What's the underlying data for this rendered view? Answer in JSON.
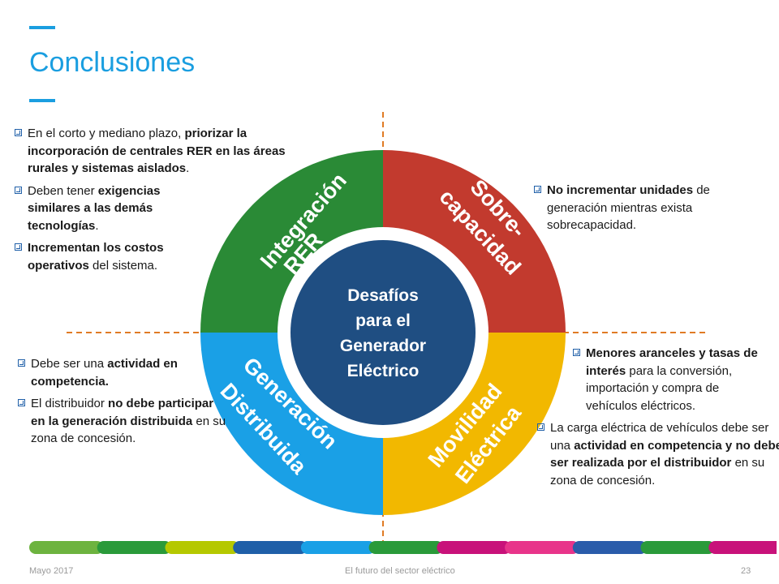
{
  "slide": {
    "title": "Conclusiones",
    "page_number": "23"
  },
  "diagram": {
    "center_text": [
      "Desafíos",
      "para el",
      "Generador",
      "Eléctrico"
    ],
    "segments": [
      {
        "name": "integracion",
        "lines": [
          "Integración",
          "RER"
        ],
        "color": "#2a8a36"
      },
      {
        "name": "sobrecapacidad",
        "lines": [
          "Sobre-",
          "capacidad"
        ],
        "color": "#c23a2e"
      },
      {
        "name": "generacion",
        "lines": [
          "Generación",
          "Distribuida"
        ],
        "color": "#1aa0e6"
      },
      {
        "name": "movilidad",
        "lines": [
          "Movilidad",
          "Eléctrica"
        ],
        "color": "#f2b800"
      }
    ],
    "center_color": "#1f4e82"
  },
  "left_top": [
    {
      "parts": [
        {
          "t": "En el corto y mediano plazo, ",
          "b": false
        },
        {
          "t": "priorizar la incorporación de centrales RER en las áreas rurales y sistemas aislados",
          "b": true
        },
        {
          "t": ".",
          "b": false
        }
      ]
    },
    {
      "parts": [
        {
          "t": "Deben tener ",
          "b": false
        },
        {
          "t": "exigencias similares a las demás tecnologías",
          "b": true
        },
        {
          "t": ".",
          "b": false
        }
      ]
    },
    {
      "parts": [
        {
          "t": "Incrementan los costos operativos",
          "b": true
        },
        {
          "t": " del sistema.",
          "b": false
        }
      ]
    }
  ],
  "right_top": [
    {
      "parts": [
        {
          "t": "No incrementar unidades",
          "b": true
        },
        {
          "t": " de generación mientras exista sobrecapacidad.",
          "b": false
        }
      ]
    }
  ],
  "left_bottom": [
    {
      "parts": [
        {
          "t": "Debe ser una ",
          "b": false
        },
        {
          "t": "actividad en competencia.",
          "b": true
        }
      ]
    },
    {
      "parts": [
        {
          "t": "El distribuidor ",
          "b": false
        },
        {
          "t": "no debe participar en la generación distribuida",
          "b": true
        },
        {
          "t": " en su zona de concesión.",
          "b": false
        }
      ]
    }
  ],
  "right_bottom": [
    {
      "parts": [
        {
          "t": "Menores aranceles y tasas de interés",
          "b": true
        },
        {
          "t": " para la conversión, importación y compra de vehículos eléctricos.",
          "b": false
        }
      ]
    },
    {
      "parts": [
        {
          "t": "La carga eléctrica de vehículos debe ser una ",
          "b": false
        },
        {
          "t": "actividad en competencia y no debe ser realizada por el distribuidor",
          "b": true
        },
        {
          "t": " en su zona de concesión.",
          "b": false
        }
      ]
    }
  ],
  "footer": {
    "date": "Mayo 2017",
    "center": "El futuro del sector eléctrico",
    "strip_colors": [
      "#6db33f",
      "#2a9a3a",
      "#b5c800",
      "#1f5fa8",
      "#1aa0e6",
      "#2a9a3a",
      "#c8127a",
      "#e8348a",
      "#2a5caa",
      "#2a9a3a",
      "#c8127a"
    ]
  }
}
